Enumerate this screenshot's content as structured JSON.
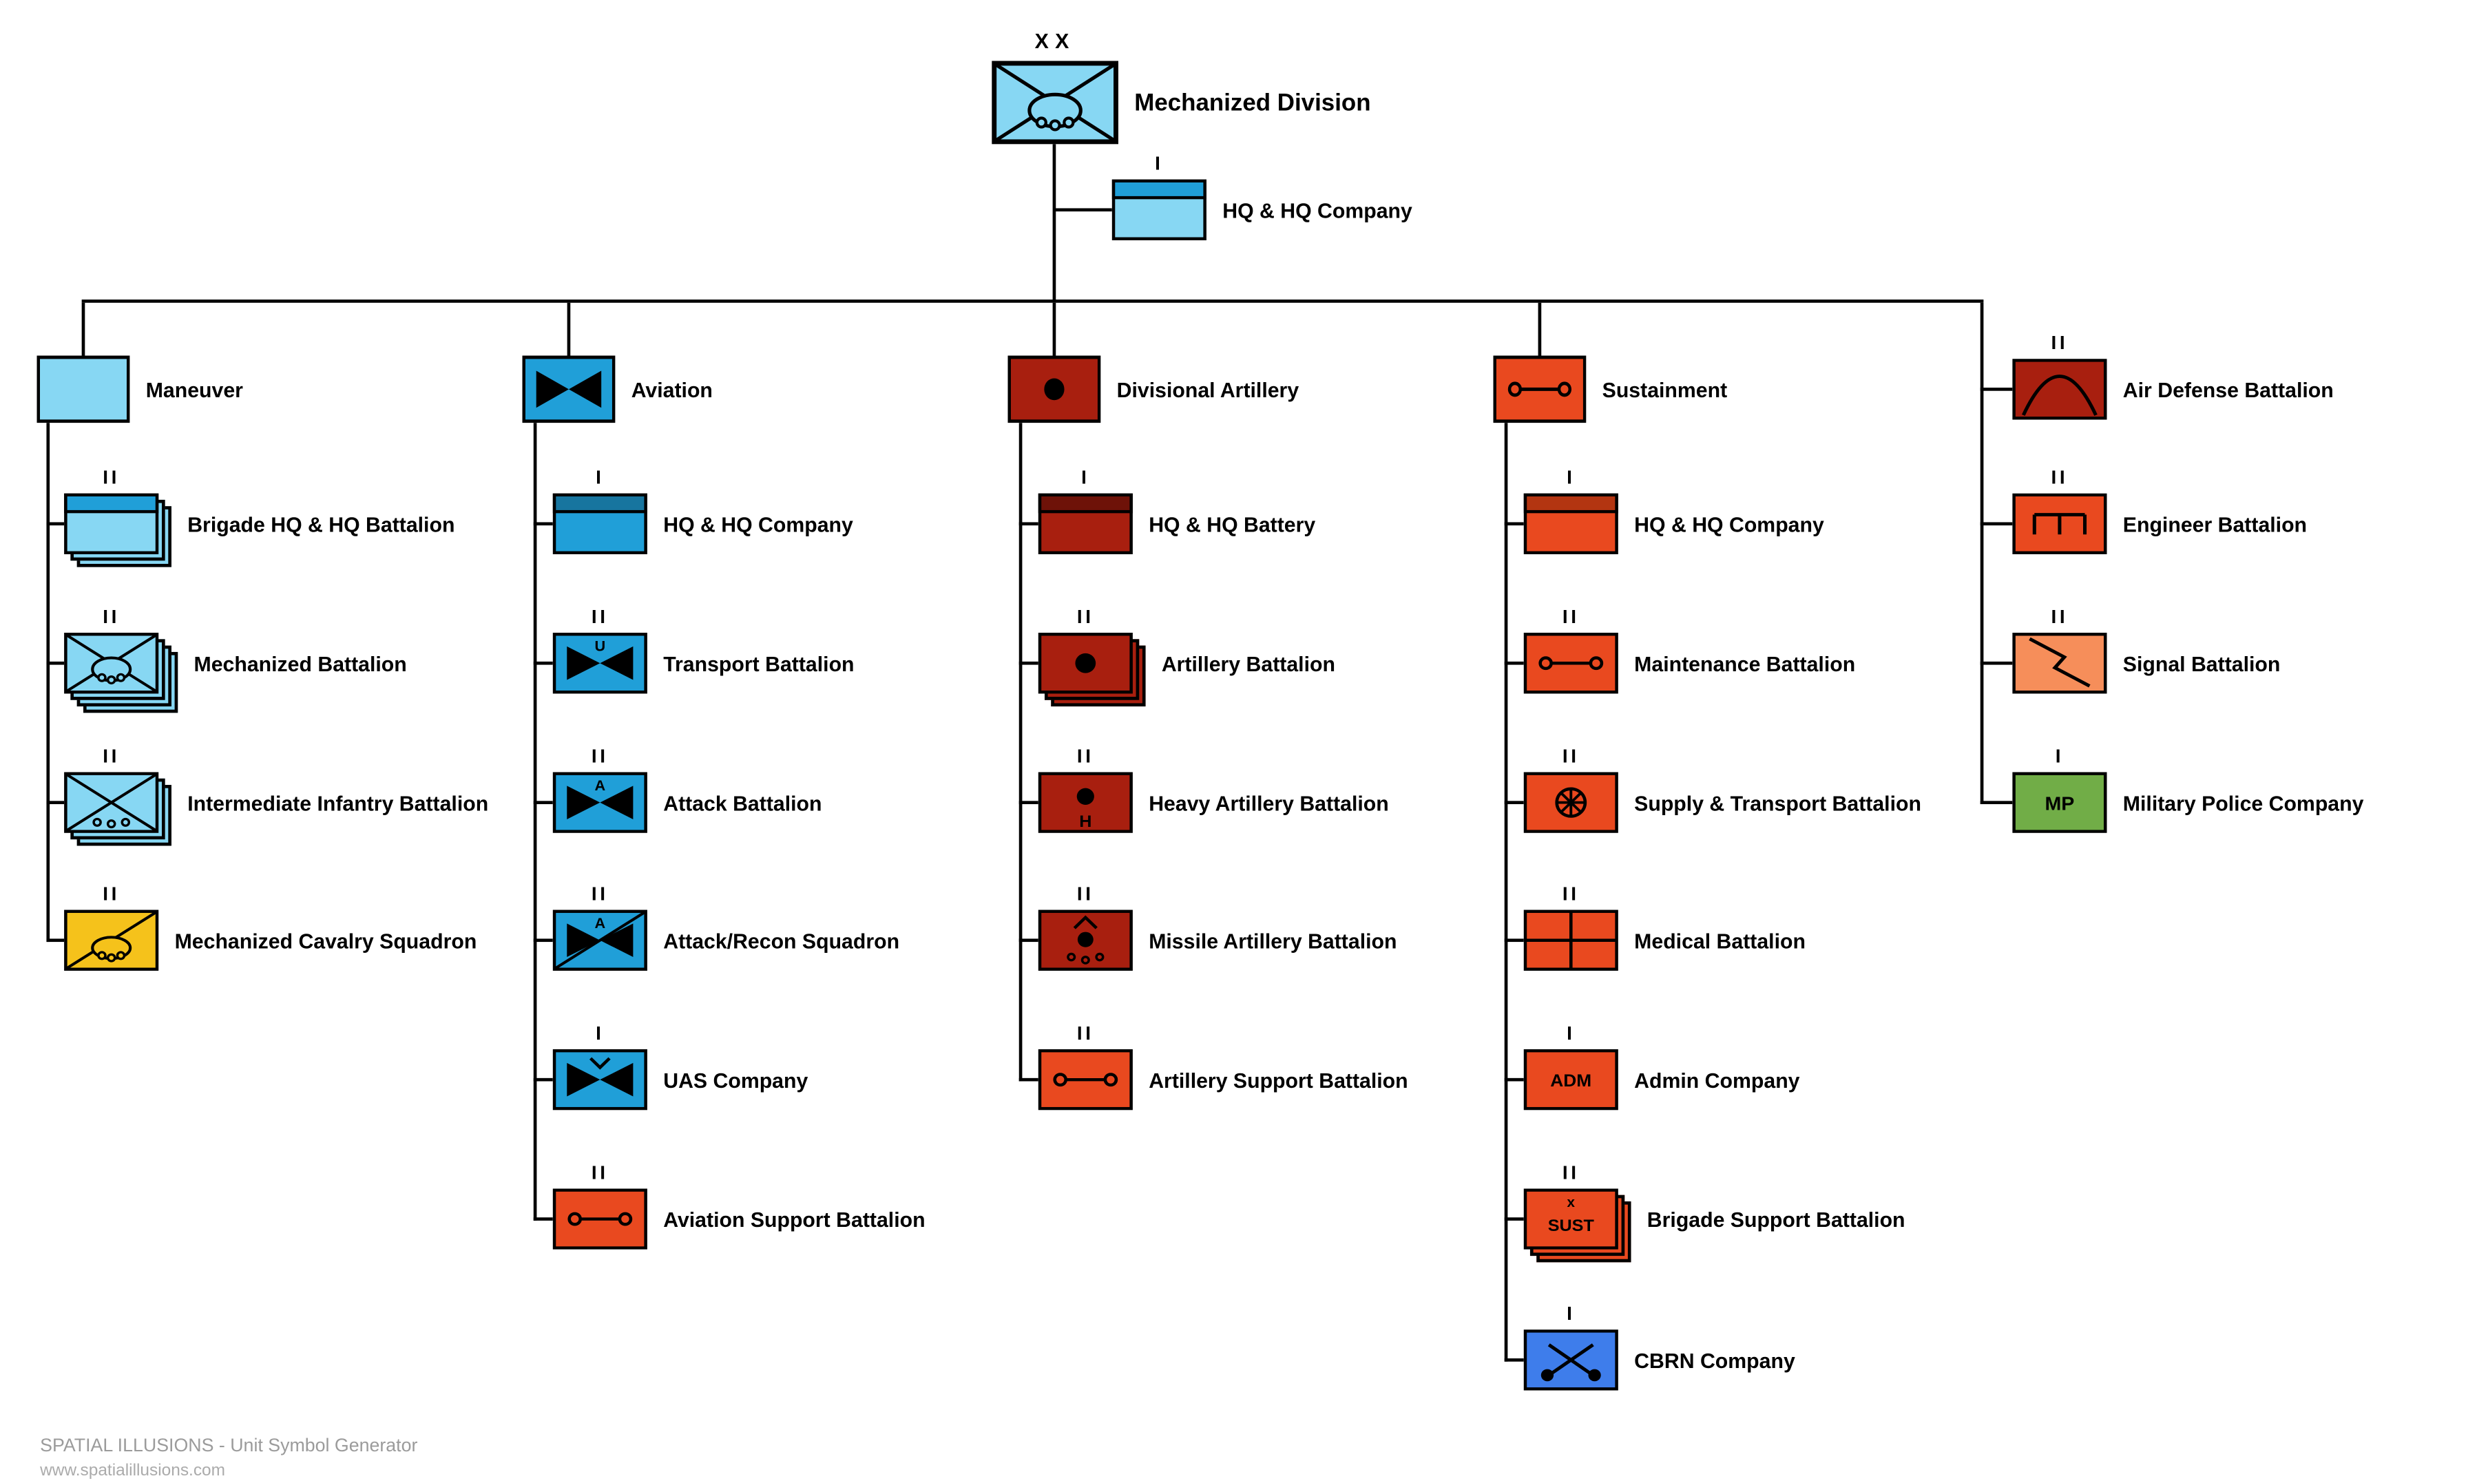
{
  "palette": {
    "light-blue": "#87D7F3",
    "mid-blue": "#209FD8",
    "deep-blue": "#17759F",
    "dark-red": "#A81F0F",
    "darker-red": "#6E1208",
    "orange-red": "#E9491F",
    "darker-orange": "#B33511",
    "light-orange": "#F68E5A",
    "yellow": "#F5C21B",
    "green": "#71AD47",
    "cbrn-blue": "#3E7DEB",
    "footer-gray": "#9B9B9B",
    "footer-gray-light": "#ABABAB"
  },
  "division": {
    "label": "Mechanized Division",
    "echelon": "XX"
  },
  "division_hq": {
    "label": "HQ & HQ Company",
    "echelon": "I"
  },
  "maneuver": {
    "label": "Maneuver",
    "children": [
      {
        "label": "Brigade HQ & HQ Battalion",
        "echelon": "II"
      },
      {
        "label": "Mechanized Battalion",
        "echelon": "II"
      },
      {
        "label": "Intermediate Infantry Battalion",
        "echelon": "II"
      },
      {
        "label": "Mechanized Cavalry Squadron",
        "echelon": "II"
      }
    ]
  },
  "aviation": {
    "label": "Aviation",
    "children": [
      {
        "label": "HQ & HQ Company",
        "echelon": "I"
      },
      {
        "label": "Transport Battalion",
        "echelon": "II",
        "modifier": "U"
      },
      {
        "label": "Attack Battalion",
        "echelon": "II",
        "modifier": "A"
      },
      {
        "label": "Attack/Recon Squadron",
        "echelon": "II",
        "modifier": "A"
      },
      {
        "label": "UAS Company",
        "echelon": "I"
      },
      {
        "label": "Aviation Support Battalion",
        "echelon": "II"
      }
    ]
  },
  "artillery": {
    "label": "Divisional Artillery",
    "children": [
      {
        "label": "HQ & HQ Battery",
        "echelon": "I"
      },
      {
        "label": "Artillery Battalion",
        "echelon": "II"
      },
      {
        "label": "Heavy Artillery Battalion",
        "echelon": "II",
        "modifier": "H"
      },
      {
        "label": "Missile Artillery Battalion",
        "echelon": "II"
      },
      {
        "label": "Artillery Support Battalion",
        "echelon": "II"
      }
    ]
  },
  "sustainment": {
    "label": "Sustainment",
    "children": [
      {
        "label": "HQ & HQ Company",
        "echelon": "I"
      },
      {
        "label": "Maintenance Battalion",
        "echelon": "II"
      },
      {
        "label": "Supply & Transport Battalion",
        "echelon": "II"
      },
      {
        "label": "Medical Battalion",
        "echelon": "II"
      },
      {
        "label": "Admin Company",
        "echelon": "I",
        "modifier": "ADM"
      },
      {
        "label": "Brigade Support Battalion",
        "echelon": "II",
        "modifier": "SUST",
        "modifier_top": "x"
      },
      {
        "label": "CBRN Company",
        "echelon": "I"
      }
    ]
  },
  "division_troops": [
    {
      "label": "Air Defense Battalion",
      "echelon": "II"
    },
    {
      "label": "Engineer Battalion",
      "echelon": "II"
    },
    {
      "label": "Signal Battalion",
      "echelon": "II"
    },
    {
      "label": "Military Police Company",
      "echelon": "I",
      "modifier": "MP"
    }
  ],
  "footer": {
    "line1": "SPATIAL ILLUSIONS - Unit Symbol Generator",
    "line2": "www.spatialillusions.com"
  }
}
